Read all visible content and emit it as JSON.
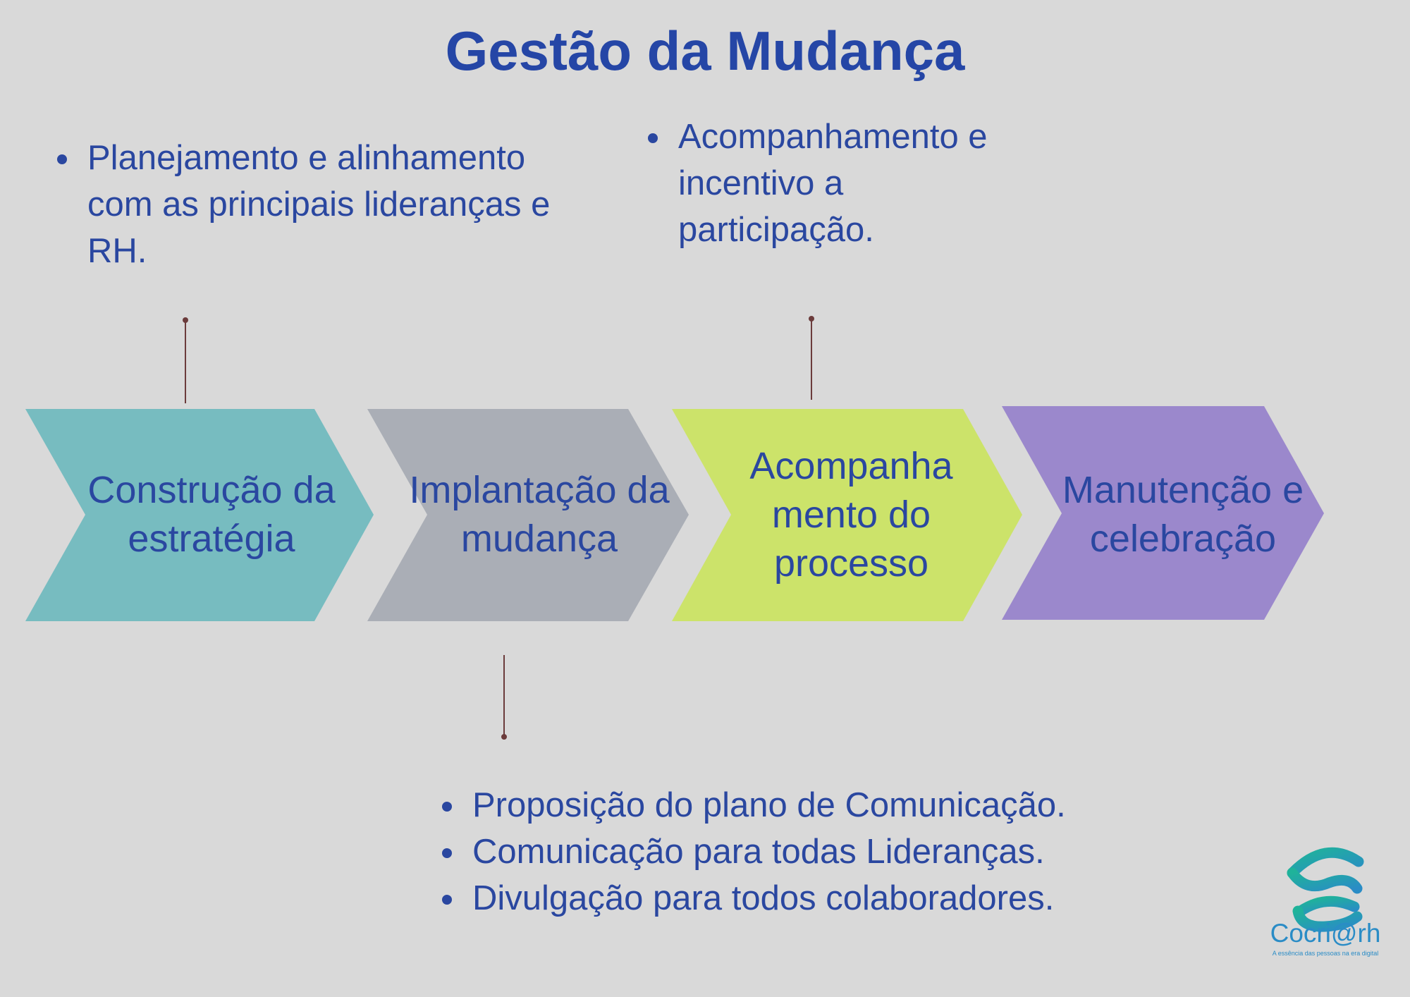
{
  "title": "Gestão da Mudança",
  "steps": [
    {
      "label": "Construção da estratégia",
      "color": "#77bcc0"
    },
    {
      "label": "Implantação da mudança",
      "color": "#aaaeb6"
    },
    {
      "label": "Acompanhamento do processo",
      "label_display": "Acompanha mento do processo",
      "color": "#cce36a"
    },
    {
      "label": "Manutenção e celebração",
      "color": "#9b88cc"
    }
  ],
  "notes": {
    "step1": [
      "Planejamento e alinhamento com as principais lideranças e RH."
    ],
    "step2": [
      "Proposição do plano de Comunicação.",
      "Comunicação para todas Lideranças.",
      "Divulgação para todos colaboradores."
    ],
    "step3": [
      "Acompanhamento e incentivo a participação."
    ]
  },
  "logo": {
    "name": "Cocri@rh",
    "tagline": "A essência das pessoas na era digital",
    "icon": "wifi-wave-icon",
    "colors": [
      "#1fb39a",
      "#2a8cc6"
    ]
  },
  "colors": {
    "background": "#d9d9d9",
    "text": "#2a47a0",
    "connector": "#6b3b3b"
  }
}
